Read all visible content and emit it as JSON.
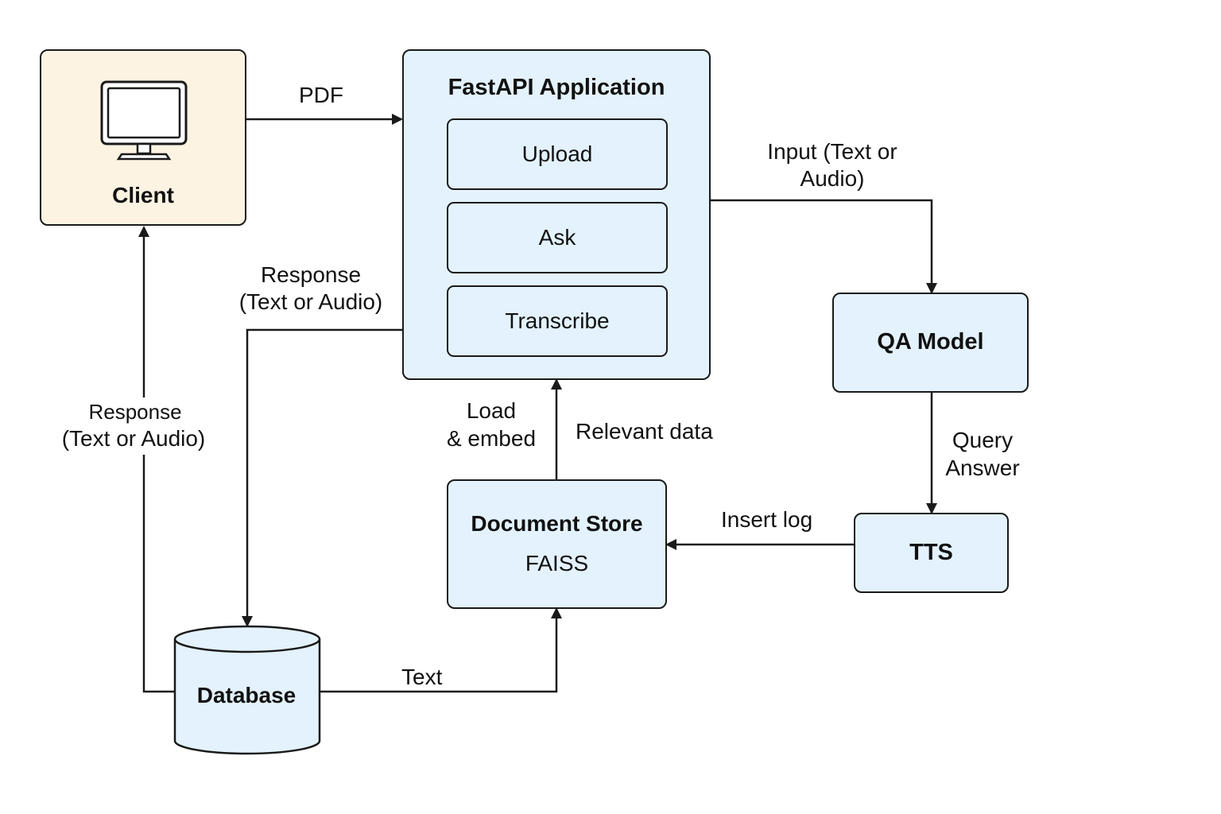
{
  "nodes": {
    "client": {
      "title": "Client",
      "icon": "monitor-icon"
    },
    "fastapi": {
      "title": "FastAPI Application",
      "endpoints": [
        "Upload",
        "Ask",
        "Transcribe"
      ]
    },
    "qa_model": {
      "title": "QA Model"
    },
    "tts": {
      "title": "TTS"
    },
    "document_store": {
      "title": "Document Store",
      "subtitle": "FAISS"
    },
    "database": {
      "title": "Database"
    }
  },
  "edges": {
    "pdf": "PDF",
    "input_line1": "Input (Text or",
    "input_line2": "Audio)",
    "response_top_line1": "Response",
    "response_top_line2": "(Text or Audio)",
    "response_left_line1": "Response",
    "response_left_line2": "(Text or Audio)",
    "load_line1": "Load",
    "load_line2": "& embed",
    "relevant_data": "Relevant data",
    "query_line1": "Query",
    "query_line2": "Answer",
    "insert_log": "Insert log",
    "text": "Text"
  },
  "colors": {
    "client_fill": "#fdf3e3",
    "node_fill": "#e3f2fd",
    "stroke": "#1a1a1a"
  }
}
